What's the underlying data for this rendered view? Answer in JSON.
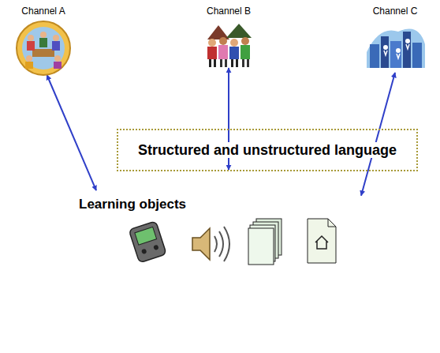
{
  "diagram": {
    "nodes": [
      {
        "text": [
          "Channel A"
        ]
      },
      {
        "text": [
          "Channel B"
        ]
      },
      {
        "text": [
          "Channel C"
        ]
      },
      {
        "text": [
          "Structured and unstructured language"
        ]
      },
      {
        "text": [
          "Learning objects"
        ]
      }
    ],
    "edges": [
      {
        "from": 0,
        "to": 4,
        "arrow": "both"
      },
      {
        "from": 1,
        "to": 4,
        "arrow": "both"
      },
      {
        "from": 2,
        "to": 4,
        "arrow": "both"
      }
    ]
  }
}
